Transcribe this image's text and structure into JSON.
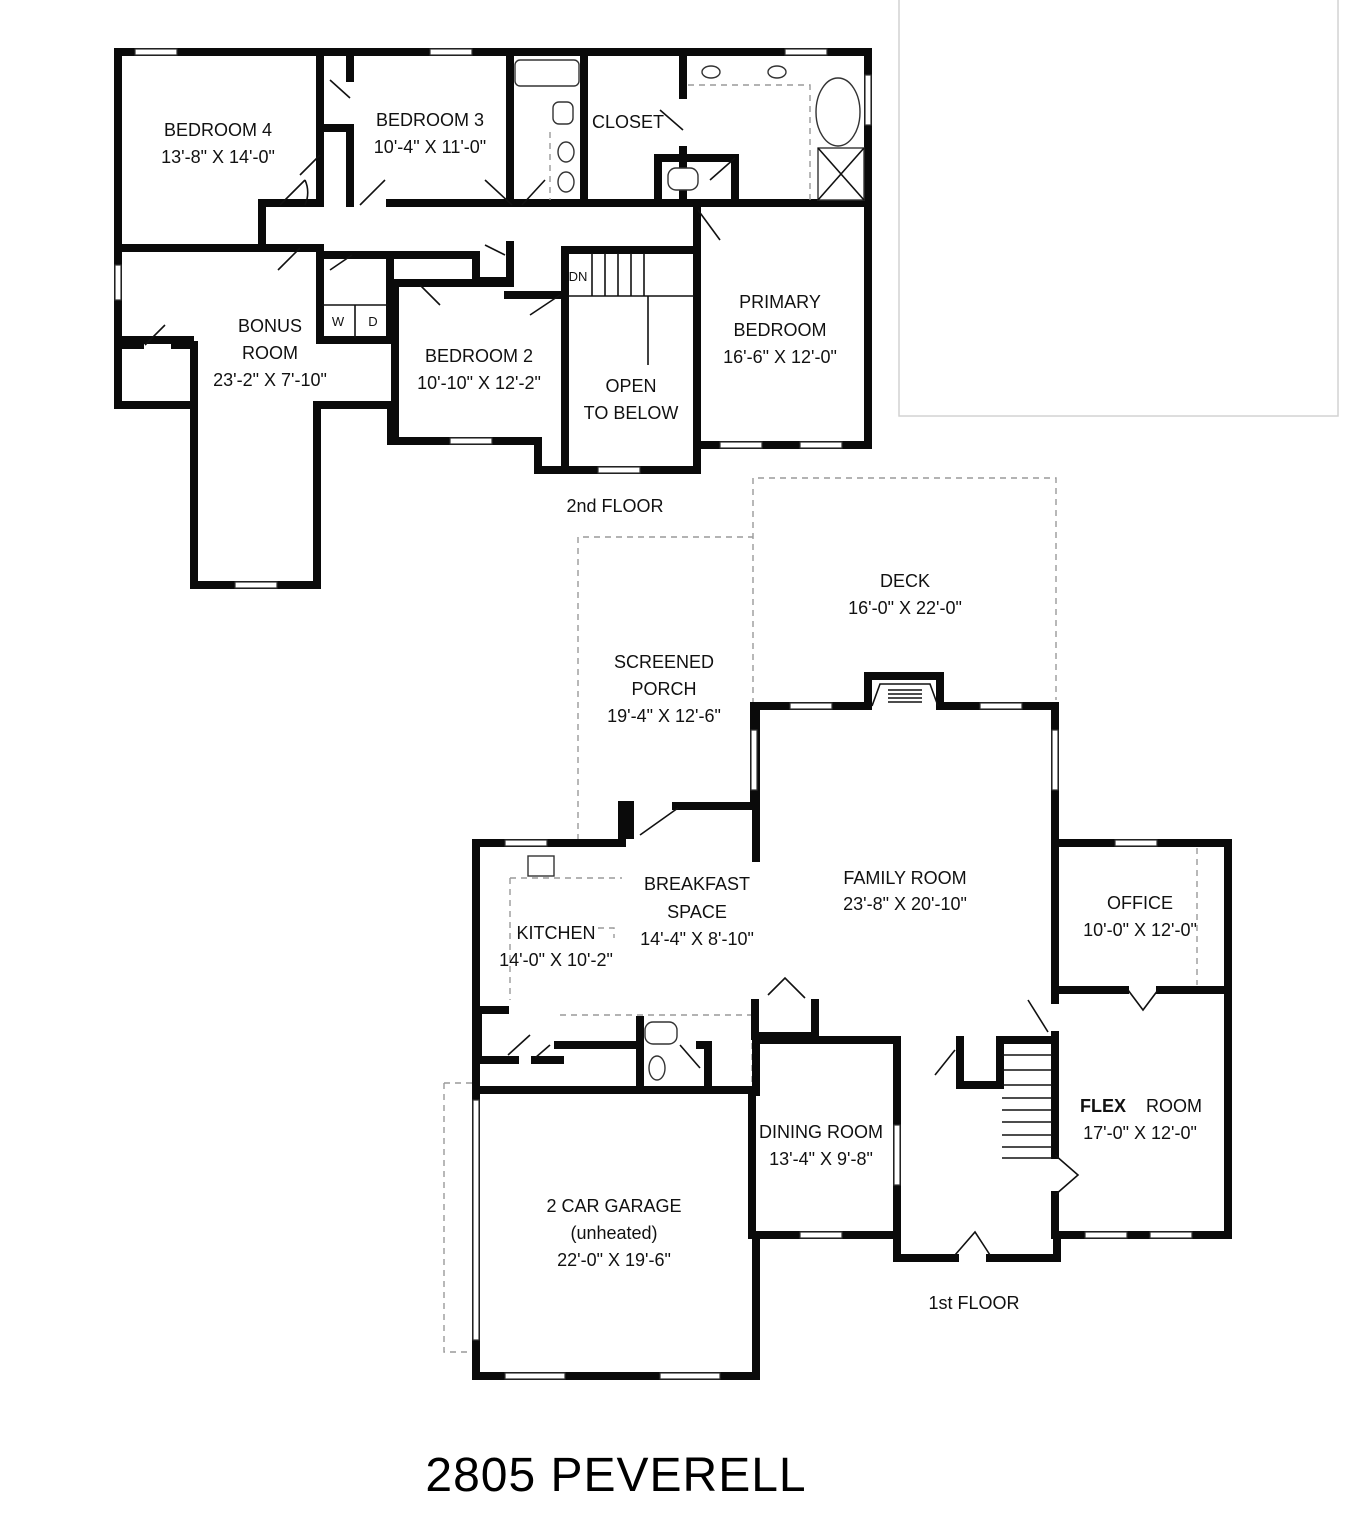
{
  "title": "2805 PEVERELL",
  "floors": {
    "second": {
      "label": "2nd FLOOR",
      "rooms": {
        "bedroom4": {
          "name": "BEDROOM 4",
          "size": "13'-8\" X 14'-0\""
        },
        "bedroom3": {
          "name": "BEDROOM 3",
          "size": "10'-4\" X 11'-0\""
        },
        "closet": {
          "name": "CLOSET"
        },
        "bonus": {
          "name_line1": "BONUS",
          "name_line2": "ROOM",
          "size": "23'-2\" X 7'-10\""
        },
        "bedroom2": {
          "name": "BEDROOM 2",
          "size": "10'-10\" X 12'-2\""
        },
        "open": {
          "line1": "OPEN",
          "line2": "TO BELOW"
        },
        "primary": {
          "name_line1": "PRIMARY",
          "name_line2": "BEDROOM",
          "size": "16'-6\" X 12'-0\""
        }
      },
      "markers": {
        "washer": "W",
        "dryer": "D",
        "stairs_down": "DN"
      }
    },
    "first": {
      "label": "1st FLOOR",
      "rooms": {
        "deck": {
          "name": "DECK",
          "size": "16'-0\" X 22'-0\""
        },
        "porch": {
          "name_line1": "SCREENED",
          "name_line2": "PORCH",
          "size": "19'-4\" X 12'-6\""
        },
        "breakfast": {
          "name_line1": "BREAKFAST",
          "name_line2": "SPACE",
          "size": "14'-4\" X 8'-10\""
        },
        "kitchen": {
          "name": "KITCHEN",
          "size": "14'-0\" X 10'-2\""
        },
        "family": {
          "name": "FAMILY ROOM",
          "size": "23'-8\" X 20'-10\""
        },
        "office": {
          "name": "OFFICE",
          "size": "10'-0\" X 12'-0\""
        },
        "flex": {
          "name_bold": "FLEX",
          "name_rest": "ROOM",
          "size": "17'-0\" X 12'-0\""
        },
        "dining": {
          "name": "DINING ROOM",
          "size": "13'-4\" X 9'-8\""
        },
        "garage": {
          "name": "2 CAR GARAGE",
          "note": "(unheated)",
          "size": "22'-0\" X 19'-6\""
        }
      }
    }
  }
}
